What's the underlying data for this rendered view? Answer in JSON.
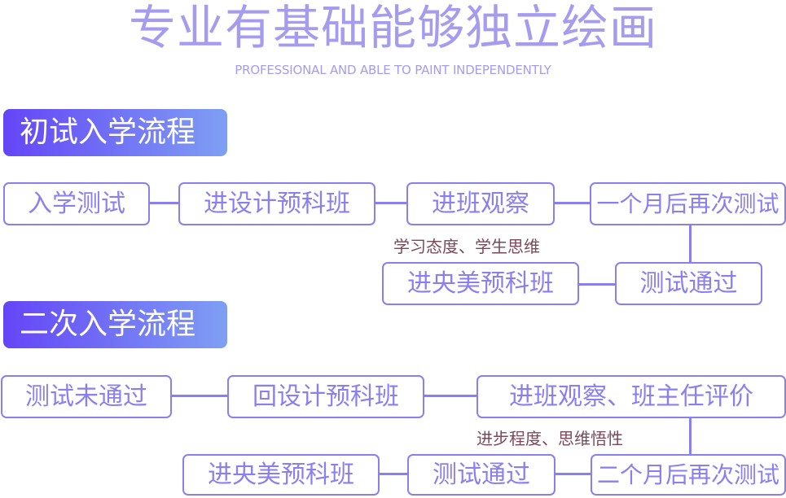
{
  "header": {
    "title": "专业有基础能够独立绘画",
    "subtitle": "PROFESSIONAL AND ABLE TO PAINT INDEPENDENTLY"
  },
  "first_round": {
    "heading": "初试入学流程",
    "steps": [
      "入学测试",
      "进设计预科班",
      "进班观察",
      "一个月后再次测试",
      "测试通过",
      "进央美预科班"
    ],
    "note": "学习态度、学生思维"
  },
  "second_round": {
    "heading": "二次入学流程",
    "steps": [
      "测试未通过",
      "回设计预科班",
      "进班观察、班主任评价",
      "二个月后再次测试",
      "测试通过",
      "进央美预科班"
    ],
    "note": "进步程度、思维悟性"
  },
  "colors": {
    "accent": "#8a7ff0",
    "title": "#a59cf0",
    "heading_gradient_start": "#6445f6",
    "heading_gradient_end": "#7f9ff4",
    "note": "#7b4858"
  }
}
